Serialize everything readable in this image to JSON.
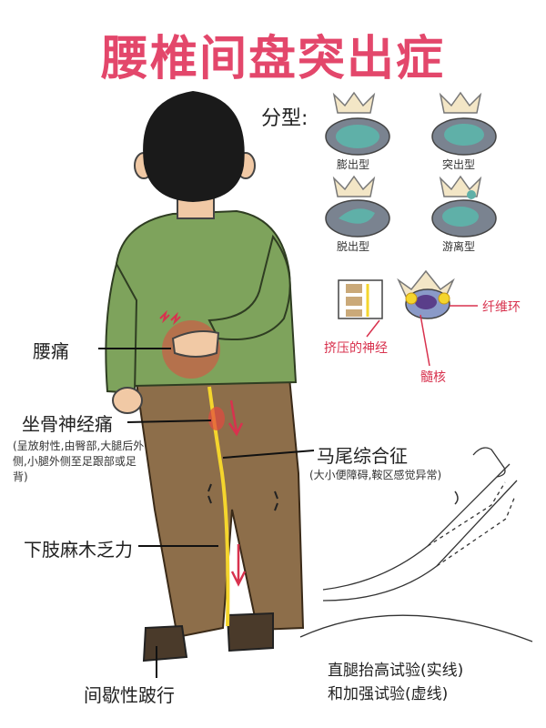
{
  "title": "腰椎间盘突出症",
  "types": {
    "heading": "分型:",
    "items": [
      {
        "label": "膨出型"
      },
      {
        "label": "突出型"
      },
      {
        "label": "脱出型"
      },
      {
        "label": "游离型"
      }
    ]
  },
  "anatomy": {
    "annulus": "纤维环",
    "compressed_nerve": "挤压的神经",
    "nucleus": "髓核"
  },
  "symptoms": {
    "low_back_pain": "腰痛",
    "sciatica": {
      "title": "坐骨神经痛",
      "note": "(呈放射性,由臀部,大腿后外侧,小腿外侧至足跟部或足背)"
    },
    "cauda_equina": {
      "title": "马尾综合征",
      "note": "(大小便障碍,鞍区感觉异常)"
    },
    "numbness": "下肢麻木乏力",
    "claudication": "间歇性跛行"
  },
  "test": {
    "line1": "直腿抬高试验(实线)",
    "line2": "和加强试验(虚线)"
  },
  "colors": {
    "title": "#e3476b",
    "shirt": "#7ea35c",
    "pants": "#8d6e4a",
    "pain": "#e2483f",
    "nerve": "#f4d52d",
    "disc": "#5fb0a8"
  }
}
